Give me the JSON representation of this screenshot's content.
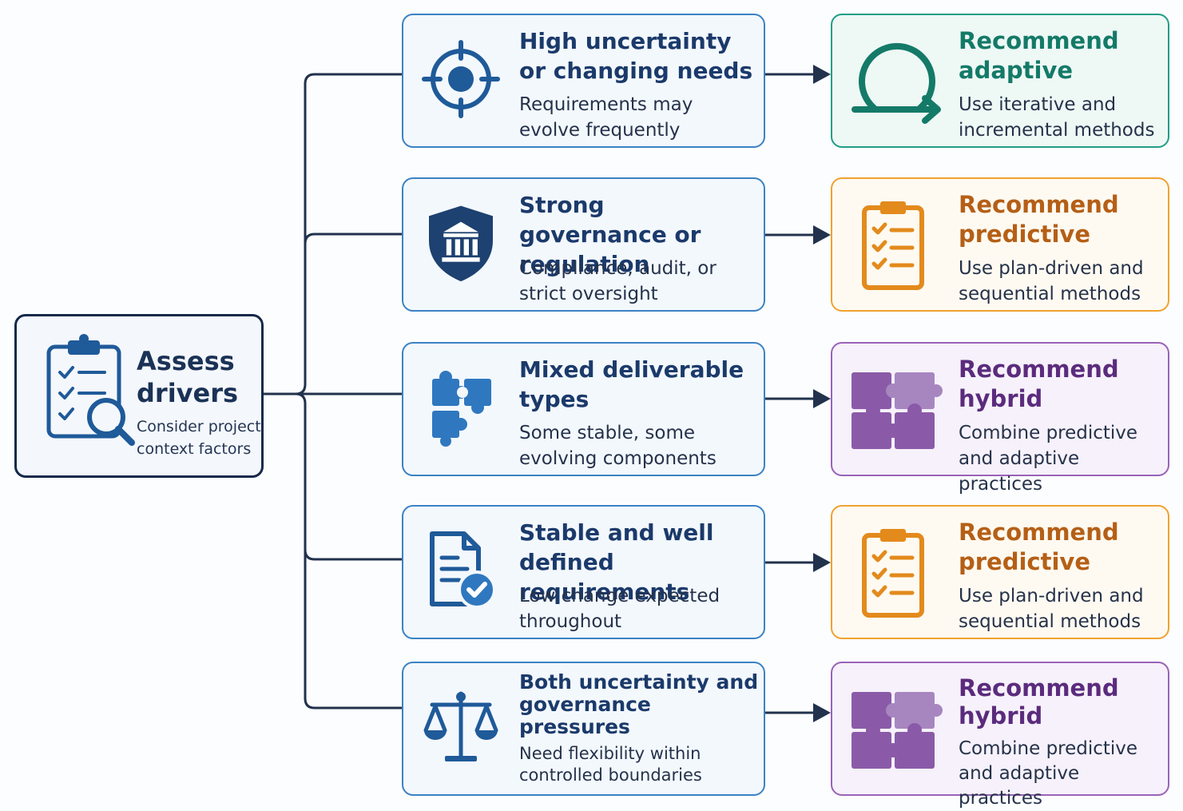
{
  "start": {
    "title": "Assess drivers",
    "description": "Consider project context factors",
    "icon": "clipboard-search-icon"
  },
  "rows": [
    {
      "condition": {
        "title": "High uncertainty or changing needs",
        "description": "Requirements may evolve frequently",
        "icon": "target-icon"
      },
      "recommendation": {
        "title": "Recommend adaptive",
        "description": "Use iterative and incremental methods",
        "icon": "cycle-arrow-icon"
      }
    },
    {
      "condition": {
        "title": "Strong governance or regulation",
        "description": "Compliance, audit, or strict oversight",
        "icon": "shield-bank-icon"
      },
      "recommendation": {
        "title": "Recommend predictive",
        "description": "Use plan-driven and sequential methods",
        "icon": "clipboard-checklist-icon"
      }
    },
    {
      "condition": {
        "title": "Mixed deliverable types",
        "description": "Some stable, some evolving components",
        "icon": "puzzle-icon"
      },
      "recommendation": {
        "title": "Recommend hybrid",
        "description": "Combine predictive and adaptive practices",
        "icon": "puzzle-grid-icon"
      }
    },
    {
      "condition": {
        "title": "Stable and well defined requirements",
        "description": "Low change expected throughout",
        "icon": "document-check-icon"
      },
      "recommendation": {
        "title": "Recommend predictive",
        "description": "Use plan-driven and sequential methods",
        "icon": "clipboard-checklist-icon"
      }
    },
    {
      "condition": {
        "title": "Both uncertainty and governance pressures",
        "description": "Need flexibility within controlled boundaries",
        "icon": "scales-icon"
      },
      "recommendation": {
        "title": "Recommend hybrid",
        "description": "Combine predictive and adaptive practices",
        "icon": "puzzle-grid-icon"
      }
    }
  ],
  "colors": {
    "connector": "#22324d",
    "condition_border": "#3b82c4",
    "adaptive": "#1f9e86",
    "predictive": "#f0a230",
    "hybrid": "#9a62b8"
  }
}
